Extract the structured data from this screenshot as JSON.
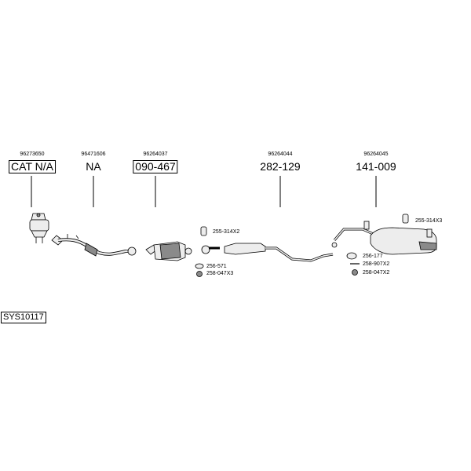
{
  "system_code": "SYS10117",
  "parts": [
    {
      "oem": "96273650",
      "label": "CAT N/A",
      "boxed": true
    },
    {
      "oem": "96471606",
      "label": "NA",
      "boxed": false
    },
    {
      "oem": "96264037",
      "label": "090-467",
      "boxed": true
    },
    {
      "oem": "96264044",
      "label": "282-129",
      "boxed": false
    },
    {
      "oem": "96264045",
      "label": "141-009",
      "boxed": false
    }
  ],
  "accessories": {
    "a1": "255-314X2",
    "a2": "256-571",
    "a3": "258-047X3",
    "a4": "255-314X3",
    "a5": "256-177",
    "a6": "258-907X2",
    "a7": "258-047X2"
  },
  "colors": {
    "line": "#000000",
    "part_fill": "#ededed",
    "part_dark": "#8a8a8a"
  }
}
